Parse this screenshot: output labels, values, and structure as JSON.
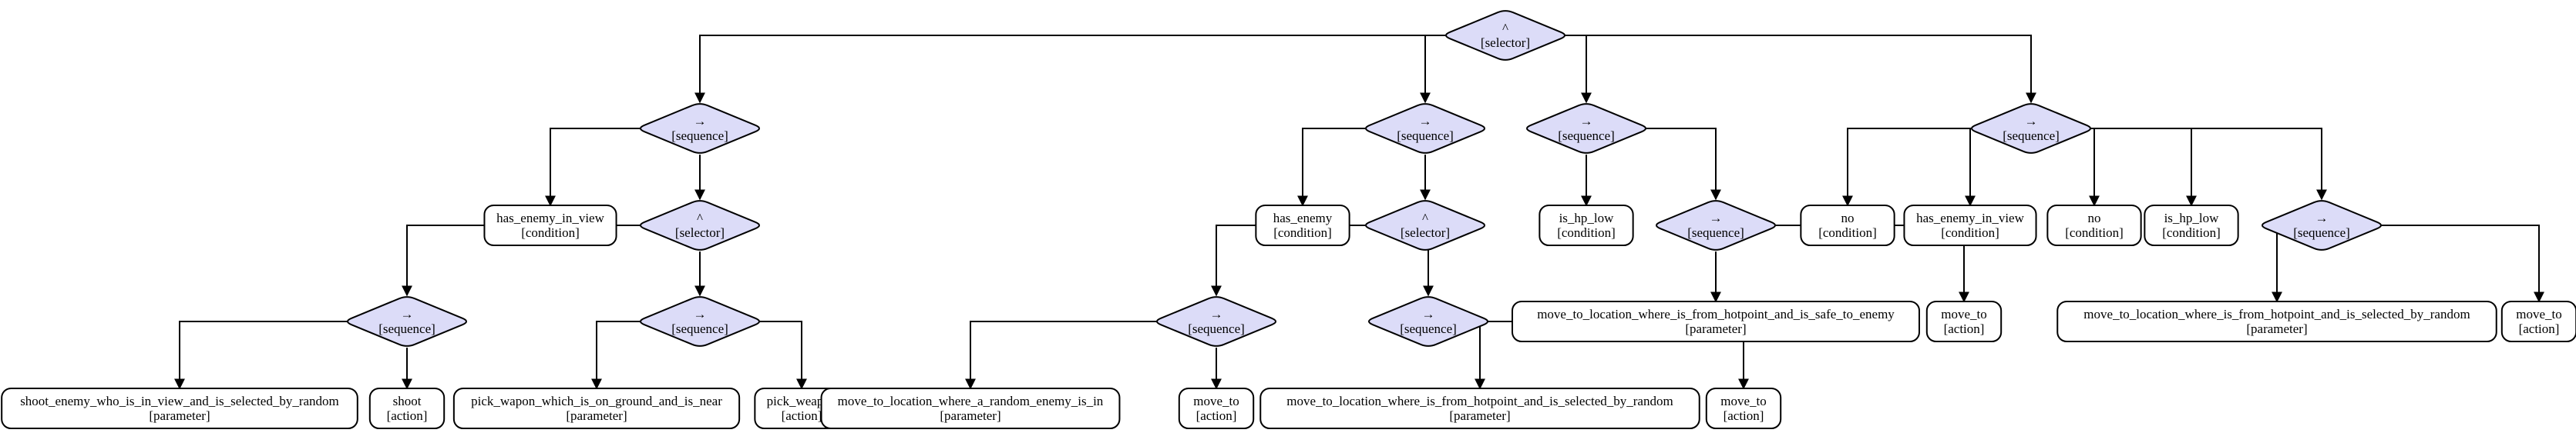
{
  "style": {
    "diamond_fill": "#dcdcf8",
    "rect_fill": "#ffffff",
    "line_color": "#000000"
  },
  "nodes": [
    {
      "id": "root_selector",
      "shape": "diamond",
      "lines": [
        "^",
        "[selector]"
      ]
    },
    {
      "id": "seq_a",
      "shape": "diamond",
      "lines": [
        "→",
        "[sequence]"
      ]
    },
    {
      "id": "cond_has_enemy_in_view_a",
      "shape": "rect",
      "lines": [
        "has_enemy_in_view",
        "[condition]"
      ]
    },
    {
      "id": "sel_a",
      "shape": "diamond",
      "lines": [
        "^",
        "[selector]"
      ]
    },
    {
      "id": "seq_a1",
      "shape": "diamond",
      "lines": [
        "→",
        "[sequence]"
      ]
    },
    {
      "id": "param_shoot_enemy",
      "shape": "rect",
      "lines": [
        "shoot_enemy_who_is_in_view_and_is_selected_by_random",
        "[parameter]"
      ]
    },
    {
      "id": "action_shoot",
      "shape": "rect",
      "lines": [
        "shoot",
        "[action]"
      ]
    },
    {
      "id": "seq_a2",
      "shape": "diamond",
      "lines": [
        "→",
        "[sequence]"
      ]
    },
    {
      "id": "param_pick_wapon",
      "shape": "rect",
      "lines": [
        "pick_wapon_which_is_on_ground_and_is_near",
        "[parameter]"
      ]
    },
    {
      "id": "action_pick_weapon",
      "shape": "rect",
      "lines": [
        "pick_weapon",
        "[action]"
      ]
    },
    {
      "id": "seq_b",
      "shape": "diamond",
      "lines": [
        "→",
        "[sequence]"
      ]
    },
    {
      "id": "cond_has_enemy",
      "shape": "rect",
      "lines": [
        "has_enemy",
        "[condition]"
      ]
    },
    {
      "id": "sel_b",
      "shape": "diamond",
      "lines": [
        "^",
        "[selector]"
      ]
    },
    {
      "id": "seq_b1",
      "shape": "diamond",
      "lines": [
        "→",
        "[sequence]"
      ]
    },
    {
      "id": "param_random_enemy",
      "shape": "rect",
      "lines": [
        "move_to_location_where_a_random_enemy_is_in",
        "[parameter]"
      ]
    },
    {
      "id": "action_move_to_b1",
      "shape": "rect",
      "lines": [
        "move_to",
        "[action]"
      ]
    },
    {
      "id": "seq_b2",
      "shape": "diamond",
      "lines": [
        "→",
        "[sequence]"
      ]
    },
    {
      "id": "param_hotpoint_random_b",
      "shape": "rect",
      "lines": [
        "move_to_location_where_is_from_hotpoint_and_is_selected_by_random",
        "[parameter]"
      ]
    },
    {
      "id": "action_move_to_b2",
      "shape": "rect",
      "lines": [
        "move_to",
        "[action]"
      ]
    },
    {
      "id": "seq_c",
      "shape": "diamond",
      "lines": [
        "→",
        "[sequence]"
      ]
    },
    {
      "id": "cond_is_hp_low_c",
      "shape": "rect",
      "lines": [
        "is_hp_low",
        "[condition]"
      ]
    },
    {
      "id": "seq_c1",
      "shape": "diamond",
      "lines": [
        "→",
        "[sequence]"
      ]
    },
    {
      "id": "param_safe_to_enemy",
      "shape": "rect",
      "lines": [
        "move_to_location_where_is_from_hotpoint_and_is_safe_to_enemy",
        "[parameter]"
      ]
    },
    {
      "id": "action_move_to_c",
      "shape": "rect",
      "lines": [
        "move_to",
        "[action]"
      ]
    },
    {
      "id": "seq_d",
      "shape": "diamond",
      "lines": [
        "→",
        "[sequence]"
      ]
    },
    {
      "id": "cond_no_1",
      "shape": "rect",
      "lines": [
        "no",
        "[condition]"
      ]
    },
    {
      "id": "cond_has_enemy_in_view_d",
      "shape": "rect",
      "lines": [
        "has_enemy_in_view",
        "[condition]"
      ]
    },
    {
      "id": "cond_no_2",
      "shape": "rect",
      "lines": [
        "no",
        "[condition]"
      ]
    },
    {
      "id": "cond_is_hp_low_d",
      "shape": "rect",
      "lines": [
        "is_hp_low",
        "[condition]"
      ]
    },
    {
      "id": "seq_d1",
      "shape": "diamond",
      "lines": [
        "→",
        "[sequence]"
      ]
    },
    {
      "id": "param_hotpoint_random_d",
      "shape": "rect",
      "lines": [
        "move_to_location_where_is_from_hotpoint_and_is_selected_by_random",
        "[parameter]"
      ]
    },
    {
      "id": "action_move_to_d",
      "shape": "rect",
      "lines": [
        "move_to",
        "[action]"
      ]
    }
  ],
  "edges": [
    [
      "root_selector",
      "seq_a"
    ],
    [
      "root_selector",
      "seq_b"
    ],
    [
      "root_selector",
      "seq_c"
    ],
    [
      "root_selector",
      "seq_d"
    ],
    [
      "seq_a",
      "cond_has_enemy_in_view_a"
    ],
    [
      "seq_a",
      "sel_a"
    ],
    [
      "sel_a",
      "seq_a1"
    ],
    [
      "sel_a",
      "seq_a2"
    ],
    [
      "seq_a1",
      "param_shoot_enemy"
    ],
    [
      "seq_a1",
      "action_shoot"
    ],
    [
      "seq_a2",
      "param_pick_wapon"
    ],
    [
      "seq_a2",
      "action_pick_weapon"
    ],
    [
      "seq_b",
      "cond_has_enemy"
    ],
    [
      "seq_b",
      "sel_b"
    ],
    [
      "sel_b",
      "seq_b1"
    ],
    [
      "sel_b",
      "seq_b2"
    ],
    [
      "seq_b1",
      "param_random_enemy"
    ],
    [
      "seq_b1",
      "action_move_to_b1"
    ],
    [
      "seq_b2",
      "param_hotpoint_random_b"
    ],
    [
      "seq_b2",
      "action_move_to_b2"
    ],
    [
      "seq_c",
      "cond_is_hp_low_c"
    ],
    [
      "seq_c",
      "seq_c1"
    ],
    [
      "seq_c1",
      "param_safe_to_enemy"
    ],
    [
      "seq_c1",
      "action_move_to_c"
    ],
    [
      "seq_d",
      "cond_no_1"
    ],
    [
      "seq_d",
      "cond_has_enemy_in_view_d"
    ],
    [
      "seq_d",
      "cond_no_2"
    ],
    [
      "seq_d",
      "cond_is_hp_low_d"
    ],
    [
      "seq_d",
      "seq_d1"
    ],
    [
      "seq_d1",
      "param_hotpoint_random_d"
    ],
    [
      "seq_d1",
      "action_move_to_d"
    ]
  ]
}
